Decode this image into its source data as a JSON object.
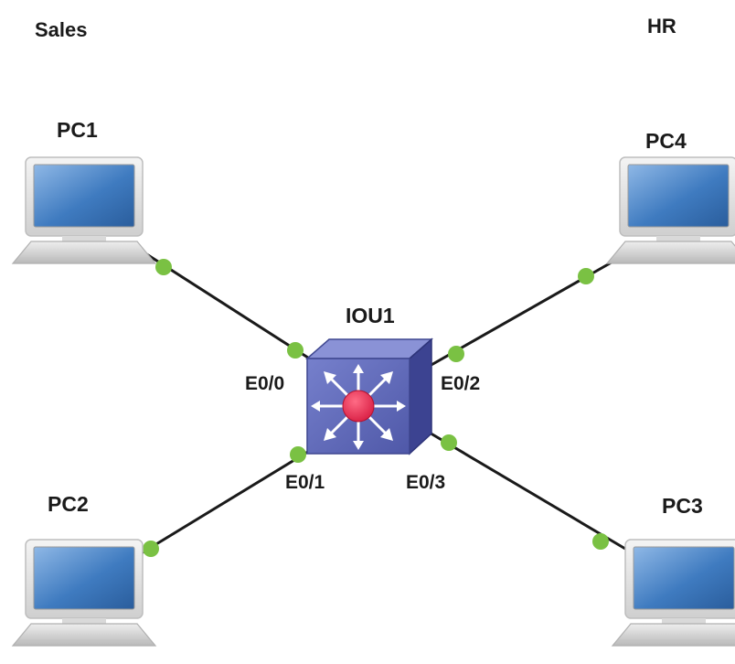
{
  "groups": {
    "left": "Sales",
    "right": "HR"
  },
  "switch": {
    "name": "IOU1",
    "icon": "multilayer-switch-icon",
    "color": "#5a63b8",
    "accent": "#e0284b"
  },
  "pcs": [
    {
      "id": "pc1",
      "name": "PC1",
      "icon": "laptop-icon"
    },
    {
      "id": "pc2",
      "name": "PC2",
      "icon": "laptop-icon"
    },
    {
      "id": "pc3",
      "name": "PC3",
      "icon": "laptop-icon"
    },
    {
      "id": "pc4",
      "name": "PC4",
      "icon": "laptop-icon"
    }
  ],
  "ports": {
    "e00": "E0/0",
    "e01": "E0/1",
    "e02": "E0/2",
    "e03": "E0/3"
  },
  "links": [
    {
      "from": "PC1",
      "to": "IOU1",
      "port": "E0/0"
    },
    {
      "from": "PC2",
      "to": "IOU1",
      "port": "E0/1"
    },
    {
      "from": "PC4",
      "to": "IOU1",
      "port": "E0/2"
    },
    {
      "from": "PC3",
      "to": "IOU1",
      "port": "E0/3"
    }
  ],
  "colors": {
    "link": "#1a1a1a",
    "link_endpoint": "#7ac143",
    "screen": "#4f86c6"
  }
}
